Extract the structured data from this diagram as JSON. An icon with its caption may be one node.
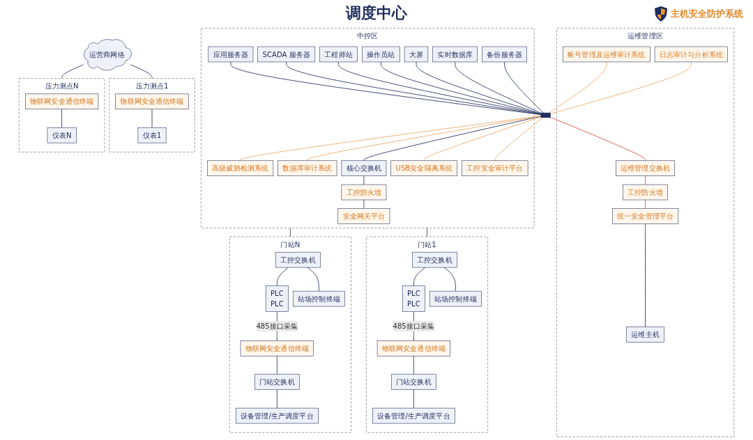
{
  "diagram": {
    "title": "调度中心",
    "nodes": [
      {
        "text": [
          "中控区"
        ]
      },
      {
        "text": [
          "应用服务器"
        ],
        "in": 0
      },
      {
        "text": [
          "SCADA 服务器"
        ],
        "in": 0
      },
      {
        "text": [
          "工程师站"
        ],
        "in": 0
      },
      {
        "text": [
          "操作员站"
        ],
        "in": 0
      },
      {
        "text": [
          "大屏"
        ],
        "in": 0
      },
      {
        "text": [
          "实时数据库"
        ],
        "in": 0
      },
      {
        "text": [
          "备份服务器"
        ],
        "in": 0
      },
      {
        "text": [],
        "shape": "bar"
      },
      {
        "text": [
          "工控安全审计平台"
        ],
        "in": 0
      },
      {
        "text": [
          "USB安全隔离系统"
        ],
        "in": 0
      },
      {
        "text": [
          "核心交换机"
        ],
        "in": 0
      },
      {
        "text": [
          "数据库审计系统"
        ],
        "in": 0
      },
      {
        "text": [
          "高级威胁检测系统"
        ],
        "in": 0
      },
      {
        "text": [
          "工控防火墙"
        ],
        "in": 0
      },
      {
        "text": [
          "安全网关平台"
        ],
        "in": 0
      },
      {
        "text": [
          "运维管理区"
        ]
      },
      {
        "text": [
          "帐号管理及运维审计系统"
        ],
        "in": 16
      },
      {
        "text": [
          "日志审计与分析系统"
        ],
        "in": 16
      },
      {
        "text": [
          "运维管理交换机"
        ],
        "in": 16
      },
      {
        "text": [
          "工控防火墙"
        ],
        "in": 16
      },
      {
        "text": [
          "统一安全管理平台"
        ],
        "in": 16
      },
      {
        "text": [
          "运维主机"
        ],
        "in": 16
      },
      {
        "text": [
          "门站1"
        ]
      },
      {
        "text": [
          "工控交换机"
        ],
        "in": 23
      },
      {
        "text": [
          "站场控制终端"
        ],
        "in": 23
      },
      {
        "text": [
          "PLC",
          "PLC"
        ],
        "in": 23
      },
      {
        "text": [
          "物联网安全通信终端"
        ],
        "in": 23
      },
      {
        "text": [
          "门站交换机"
        ],
        "in": 23
      },
      {
        "text": [
          "设备管理/生产调度平台"
        ],
        "in": 23
      },
      {
        "text": [
          "门站N"
        ]
      },
      {
        "text": [
          "工控交换机"
        ],
        "in": 30
      },
      {
        "text": [
          "站场控制终端"
        ],
        "in": 30
      },
      {
        "text": [
          "PLC",
          "PLC"
        ],
        "in": 30
      },
      {
        "text": [
          "物联网安全通信终端"
        ],
        "in": 30
      },
      {
        "text": [
          "门站交换机"
        ],
        "in": 30
      },
      {
        "text": [
          "设备管理/生产调度平台"
        ],
        "in": 30
      },
      {
        "text": [
          "运营商网络"
        ]
      },
      {
        "text": [
          "压力测点1"
        ]
      },
      {
        "text": [
          "物联网安全通信终端"
        ],
        "in": 38
      },
      {
        "text": [
          "仪表1"
        ],
        "in": 38
      },
      {
        "text": [
          "压力测点N"
        ]
      },
      {
        "text": [
          "物联网安全通信终端"
        ],
        "in": 41
      },
      {
        "text": [
          "仪表N"
        ],
        "in": 41
      }
    ],
    "edges": [
      {
        "from": 1,
        "to": 8,
        "arrow": "none"
      },
      {
        "from": 2,
        "to": 8,
        "arrow": "none"
      },
      {
        "from": 3,
        "to": 8,
        "arrow": "none"
      },
      {
        "from": 4,
        "to": 8,
        "arrow": "none"
      },
      {
        "from": 5,
        "to": 8,
        "arrow": "none"
      },
      {
        "from": 6,
        "to": 8,
        "arrow": "none"
      },
      {
        "from": 7,
        "to": 8,
        "arrow": "none"
      },
      {
        "from": 8,
        "to": 9,
        "arrow": "none",
        "color": "#e8a664"
      },
      {
        "from": 8,
        "to": 10,
        "arrow": "none",
        "color": "#e8a664"
      },
      {
        "from": 8,
        "to": 11,
        "arrow": "none"
      },
      {
        "from": 8,
        "to": 12,
        "arrow": "none",
        "color": "#e8a664"
      },
      {
        "from": 8,
        "to": 13,
        "arrow": "none",
        "color": "#e8a664"
      },
      {
        "from": 11,
        "to": 14,
        "arrow": "none"
      },
      {
        "from": 14,
        "to": 15,
        "arrow": "none"
      },
      {
        "from": 17,
        "to": 8,
        "arrow": "none",
        "color": "#e8a664"
      },
      {
        "from": 18,
        "to": 8,
        "arrow": "none",
        "color": "#e8a664"
      },
      {
        "from": 8,
        "to": 19,
        "arrow": "none",
        "color": "#d9443a"
      },
      {
        "from": 19,
        "to": 20,
        "arrow": "none",
        "color": "#d9443a"
      },
      {
        "from": 20,
        "to": 21,
        "arrow": "none",
        "color": "#d9443a"
      },
      {
        "from": 21,
        "to": 22,
        "arrow": "none"
      },
      {
        "from": 0,
        "to": 23,
        "arrow": "none"
      },
      {
        "from": 0,
        "to": 30,
        "arrow": "none"
      },
      {
        "from": 24,
        "to": 26,
        "arrow": "none"
      },
      {
        "from": 24,
        "to": 25,
        "arrow": "none"
      },
      {
        "from": 26,
        "to": 27,
        "arrow": "none",
        "label": "485接口采集"
      },
      {
        "from": 27,
        "to": 28,
        "arrow": "none"
      },
      {
        "from": 28,
        "to": 29,
        "arrow": "none"
      },
      {
        "from": 31,
        "to": 33,
        "arrow": "none"
      },
      {
        "from": 31,
        "to": 32,
        "arrow": "none"
      },
      {
        "from": 33,
        "to": 34,
        "arrow": "none",
        "label": "485接口采集"
      },
      {
        "from": 34,
        "to": 35,
        "arrow": "none"
      },
      {
        "from": 35,
        "to": 36,
        "arrow": "none"
      },
      {
        "from": 37,
        "to": 38,
        "arrow": "none"
      },
      {
        "from": 37,
        "to": 41,
        "arrow": "none"
      },
      {
        "from": 39,
        "to": 40,
        "arrow": "none"
      },
      {
        "from": 42,
        "to": 43,
        "arrow": "none"
      }
    ],
    "legend": [
      {
        "text": "主机安全防护系统"
      }
    ]
  }
}
